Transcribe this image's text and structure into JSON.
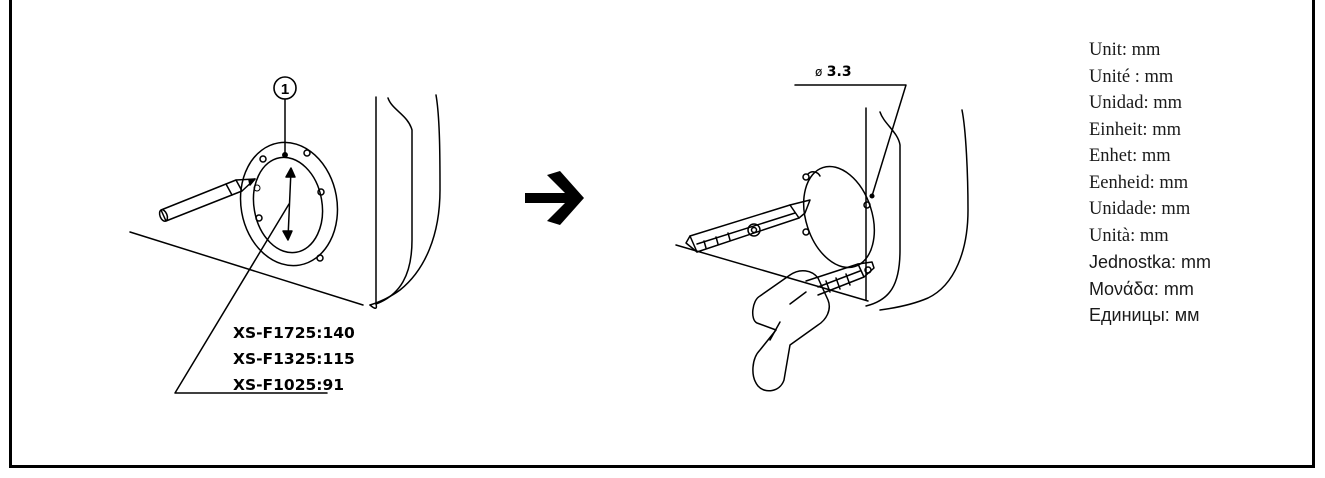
{
  "callout": {
    "number": "1"
  },
  "model_dimensions": [
    "XS-F1725:140",
    "XS-F1325:115",
    "XS-F1025:91"
  ],
  "hole_diameter": {
    "symbol": "ø",
    "value": "3.3"
  },
  "unit_labels": [
    "Unit: mm",
    "Unité : mm",
    "Unidad: mm",
    "Einheit: mm",
    "Enhet: mm",
    "Eenheid: mm",
    "Unidade: mm",
    "Unità: mm",
    "Jednostka: mm",
    "Μονάδα: mm",
    "Единицы: мм"
  ],
  "colors": {
    "line": "#000000",
    "frame": "#000000",
    "background": "#ffffff"
  },
  "icons": [
    "arrow-right-icon",
    "pencil-icon",
    "cutter-knife-icon",
    "drill-icon"
  ]
}
